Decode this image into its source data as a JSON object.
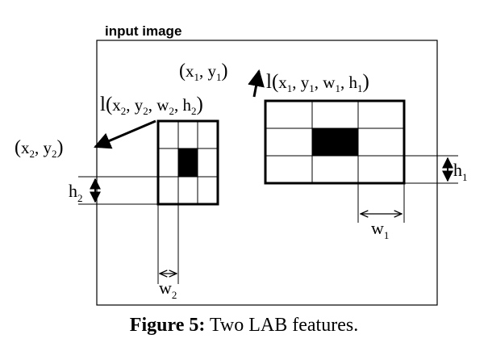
{
  "diagram": {
    "frame_title": "input image",
    "feature1": {
      "label_prefix": "l(",
      "label_x": "x",
      "label_y": "y",
      "label_w": "w",
      "label_h": "h",
      "sub": "1",
      "point_label": "(x1, y1)",
      "width_label": "w",
      "height_label": "h",
      "grid": {
        "rows": 3,
        "cols": 3,
        "dark_cell": [
          1,
          1
        ]
      }
    },
    "feature2": {
      "label_prefix": "l(",
      "label_x": "x",
      "label_y": "y",
      "label_w": "w",
      "label_h": "h",
      "sub": "2",
      "point_label": "(x2, y2)",
      "width_label": "w",
      "height_label": "h",
      "grid": {
        "rows": 3,
        "cols": 3,
        "dark_cell": [
          1,
          1
        ]
      }
    }
  },
  "caption": {
    "figure_label": "Figure 5:",
    "text": "Two LAB features."
  }
}
